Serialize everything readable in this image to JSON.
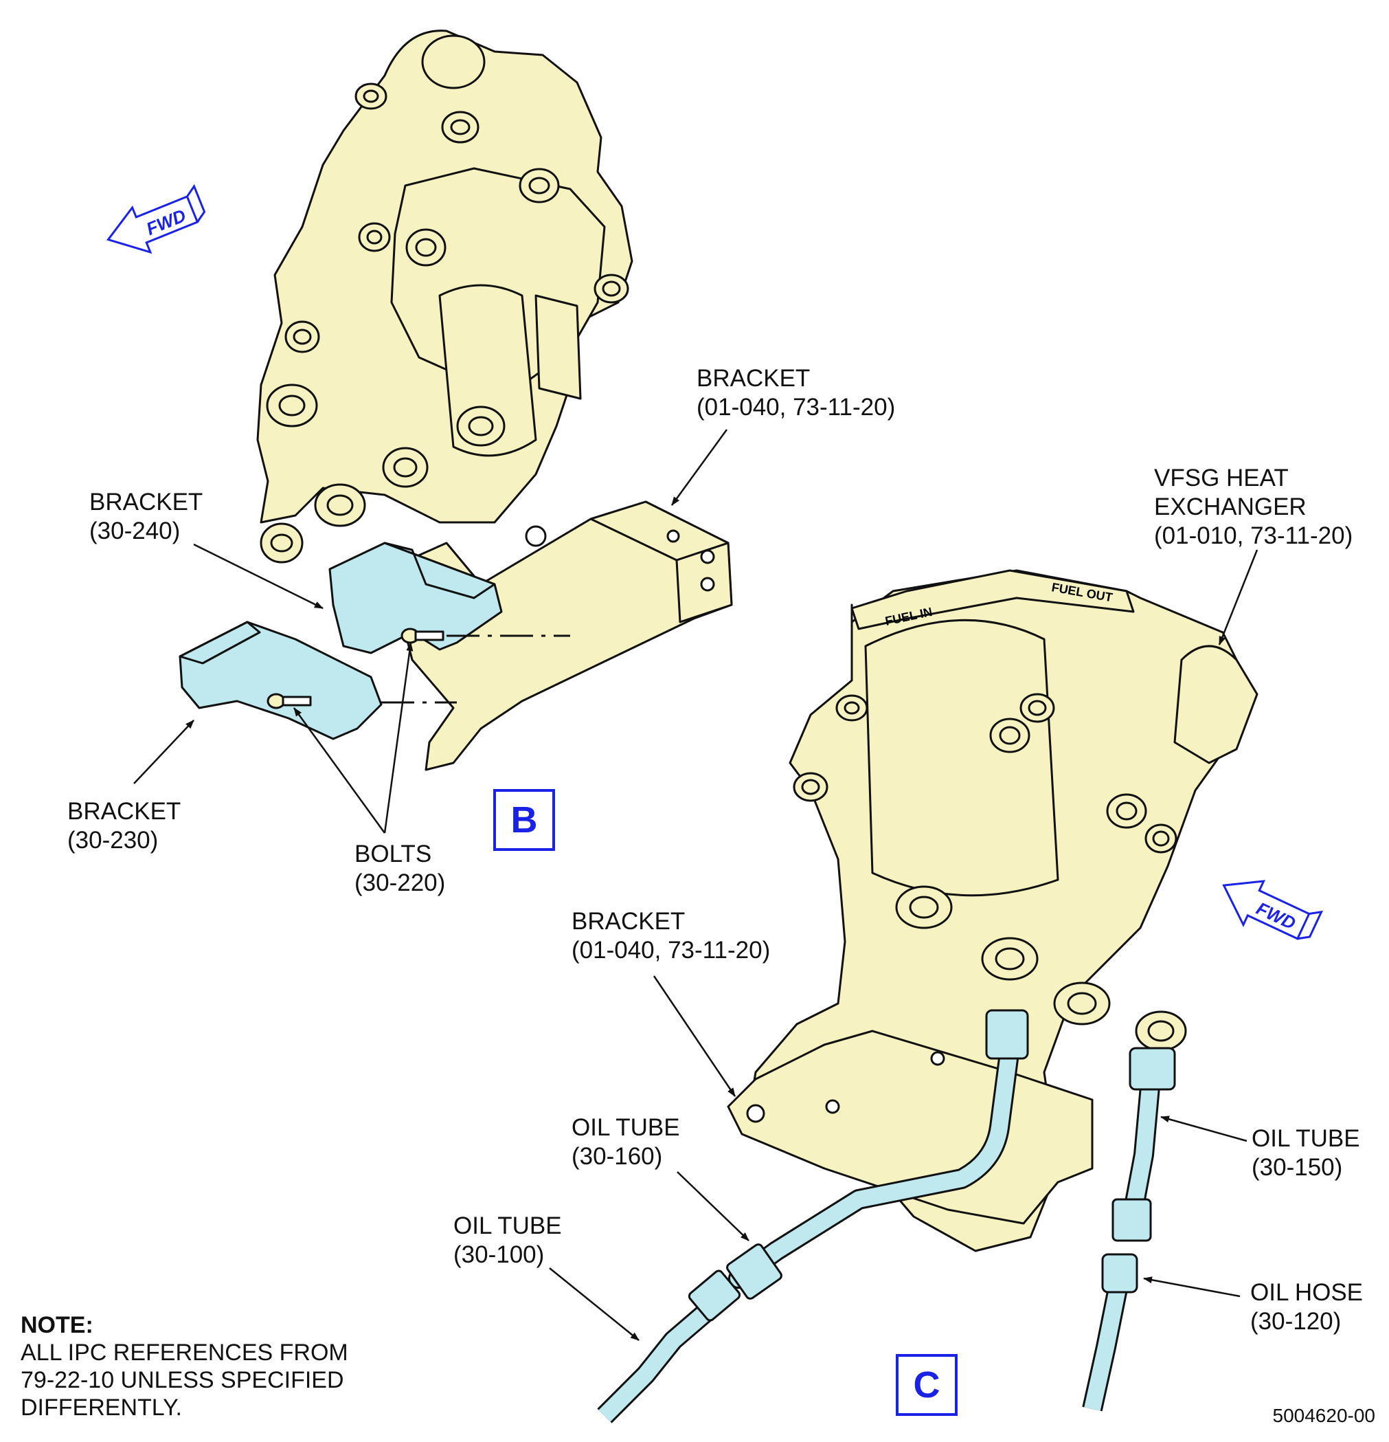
{
  "labels": {
    "bracket_top": [
      "BRACKET",
      "(01-040, 73-11-20)"
    ],
    "bracket_240": [
      "BRACKET",
      "(30-240)"
    ],
    "bracket_230": [
      "BRACKET",
      "(30-230)"
    ],
    "bolts": [
      "BOLTS",
      "(30-220)"
    ],
    "vfsg": [
      "VFSG HEAT",
      "EXCHANGER",
      "(01-010, 73-11-20)"
    ],
    "bracket_lower": [
      "BRACKET",
      "(01-040, 73-11-20)"
    ],
    "oil_tube_160": [
      "OIL TUBE",
      "(30-160)"
    ],
    "oil_tube_100": [
      "OIL TUBE",
      "(30-100)"
    ],
    "oil_tube_150": [
      "OIL TUBE",
      "(30-150)"
    ],
    "oil_hose_120": [
      "OIL HOSE",
      "(30-120)"
    ]
  },
  "views": {
    "b": "B",
    "c": "C"
  },
  "fwd": "FWD",
  "part_text": {
    "fuel_in": "FUEL IN",
    "fuel_out": "FUEL OUT"
  },
  "note": {
    "heading": "NOTE:",
    "lines": [
      "ALL IPC REFERENCES FROM",
      "79-22-10 UNLESS SPECIFIED",
      "DIFFERENTLY."
    ]
  },
  "figure_number": "5004620-00",
  "colors": {
    "part": "#f7f2c2",
    "component": "#bfe9ee",
    "accent": "#1a22e6",
    "line": "#111111"
  }
}
